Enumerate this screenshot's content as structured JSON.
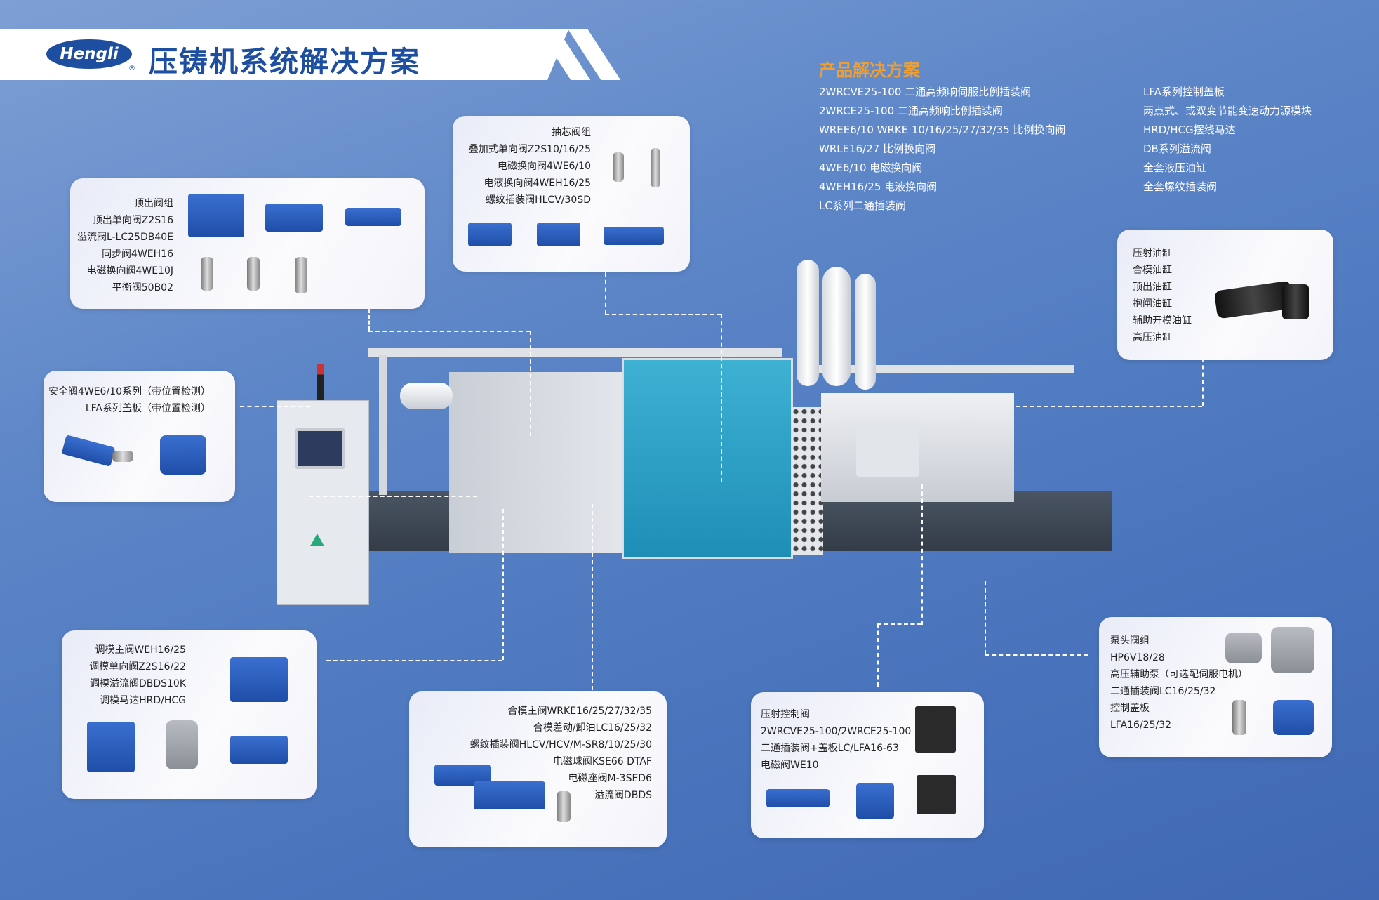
{
  "header": {
    "logo_text": "Hengli",
    "logo_mark": "®",
    "title": "压铸机系统解决方案"
  },
  "product_solution": {
    "title": "产品解决方案",
    "col1": [
      "2WRCVE25-100 二通高频响伺服比例插装阀",
      "2WRCE25-100 二通高频响比例插装阀",
      "WREE6/10  WRKE 10/16/25/27/32/35 比例换向阀",
      "WRLE16/27  比例换向阀",
      "4WE6/10  电磁换向阀",
      "4WEH16/25  电液换向阀",
      "LC系列二通插装阀"
    ],
    "col2": [
      "LFA系列控制盖板",
      "两点式、或双变节能变速动力源模块",
      "HRD/HCG摆线马达",
      "DB系列溢流阀",
      "全套液压油缸",
      "全套螺纹插装阀"
    ]
  },
  "cards": {
    "ejector": {
      "lines": [
        "顶出阀组",
        "顶出单向阀Z2S16",
        "溢流阀L-LC25DB40E",
        "同步阀4WEH16",
        "电磁换向阀4WE10J",
        "平衡阀50B02"
      ]
    },
    "core_pull": {
      "lines": [
        "抽芯阀组",
        "叠加式单向阀Z2S10/16/25",
        "电磁换向阀4WE6/10",
        "电液换向阀4WEH16/25",
        "螺纹插装阀HLCV/30SD"
      ]
    },
    "safety": {
      "lines": [
        "安全阀4WE6/10系列（带位置检测）",
        "LFA系列盖板（带位置检测）"
      ]
    },
    "cylinders": {
      "lines": [
        "压射油缸",
        "合模油缸",
        "顶出油缸",
        "抱闸油缸",
        "辅助开模油缸",
        "高压油缸"
      ]
    },
    "die_adjust": {
      "lines": [
        "调模主阀WEH16/25",
        "调模单向阀Z2S16/22",
        "调模溢流阀DBDS10K",
        "调模马达HRD/HCG"
      ]
    },
    "clamping": {
      "lines": [
        "合模主阀WRKE16/25/27/32/35",
        "合模差动/卸油LC16/25/32",
        "螺纹插装阀HLCV/HCV/M-SR8/10/25/30",
        "电磁球阀KSE66  DTAF",
        "电磁座阀M-3SED6",
        "溢流阀DBDS"
      ]
    },
    "injection": {
      "lines": [
        "压射控制阀",
        "2WRCVE25-100/2WRCE25-100",
        "二通插装阀+盖板LC/LFA16-63",
        "电磁阀WE10"
      ]
    },
    "pump_head": {
      "lines": [
        "泵头阀组",
        "HP6V18/28",
        "高压辅助泵（可选配伺服电机）",
        "二通插装阀LC16/25/32",
        "控制盖板",
        "LFA16/25/32"
      ]
    }
  },
  "colors": {
    "brand": "#1e4ea0",
    "accent": "#f0a030",
    "machine_panel": "#2fa3c8"
  }
}
